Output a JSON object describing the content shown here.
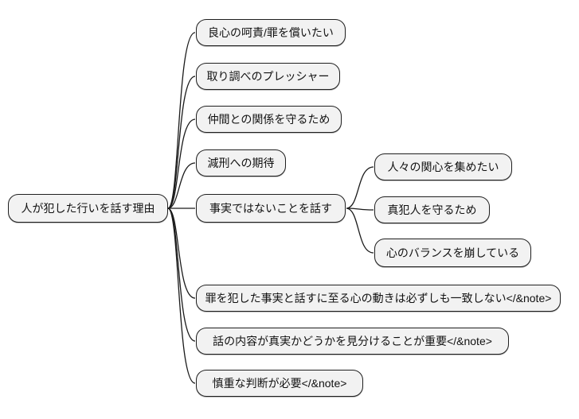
{
  "diagram": {
    "type": "mindmap",
    "root": {
      "label": "人が犯した行いを話す理由"
    },
    "branches": [
      {
        "label": "良心の呵責/罪を償いたい"
      },
      {
        "label": "取り調べのプレッシャー"
      },
      {
        "label": "仲間との関係を守るため"
      },
      {
        "label": "減刑への期待"
      },
      {
        "label": "事実ではないことを話す",
        "children": [
          {
            "label": "人々の関心を集めたい"
          },
          {
            "label": "真犯人を守るため"
          },
          {
            "label": "心のバランスを崩している"
          }
        ]
      },
      {
        "label": "罪を犯した事実と話すに至る心の動きは必ずしも一致しない</&note>"
      },
      {
        "label": "話の内容が真実かどうかを見分けることが重要</&note>"
      },
      {
        "label": "慎重な判断が必要</&note>"
      }
    ],
    "colors": {
      "background": "#ffffff",
      "node_fill": "#f2f2f2",
      "node_border": "#1f1f1f",
      "connector": "#1a1a1a",
      "text": "#111111"
    }
  }
}
